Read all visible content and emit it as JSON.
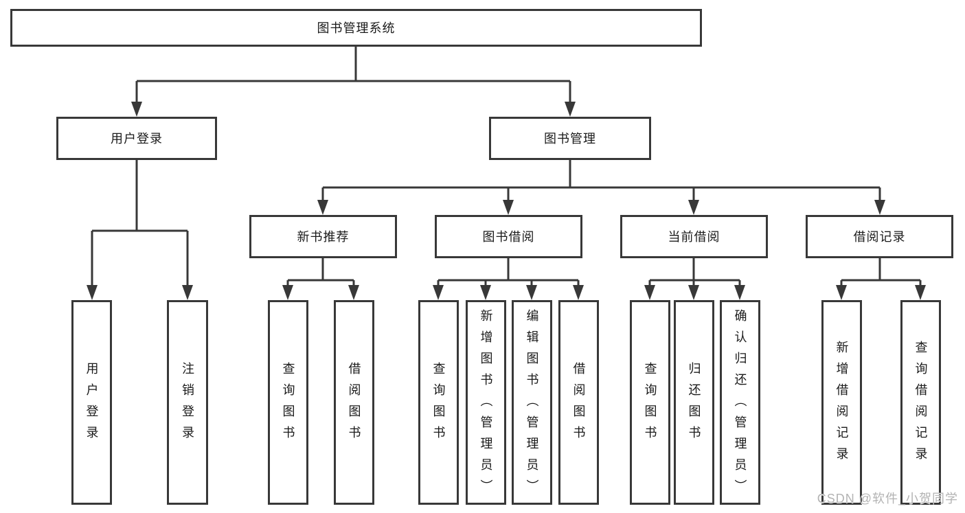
{
  "diagram": {
    "root": {
      "label": "图书管理系统"
    },
    "branches": [
      {
        "label": "用户登录",
        "children": [
          {
            "label": "用户登录"
          },
          {
            "label": "注销登录"
          }
        ]
      },
      {
        "label": "图书管理",
        "children": [
          {
            "label": "新书推荐",
            "children": [
              {
                "label": "查询图书"
              },
              {
                "label": "借阅图书"
              }
            ]
          },
          {
            "label": "图书借阅",
            "children": [
              {
                "label": "查询图书"
              },
              {
                "label": "新增图书（管理员）"
              },
              {
                "label": "编辑图书（管理员）"
              },
              {
                "label": "借阅图书"
              }
            ]
          },
          {
            "label": "当前借阅",
            "children": [
              {
                "label": "查询图书"
              },
              {
                "label": "归还图书"
              },
              {
                "label": "确认归还（管理员）"
              }
            ]
          },
          {
            "label": "借阅记录",
            "children": [
              {
                "label": "新增借阅记录"
              },
              {
                "label": "查询借阅记录"
              }
            ]
          }
        ]
      }
    ]
  },
  "watermark": {
    "text": "CSDN @软件_小贺同学"
  },
  "colors": {
    "line": "#383838",
    "box_background": "#ffffff",
    "text": "#1a1a1a",
    "watermark": "#b3b3b3"
  }
}
